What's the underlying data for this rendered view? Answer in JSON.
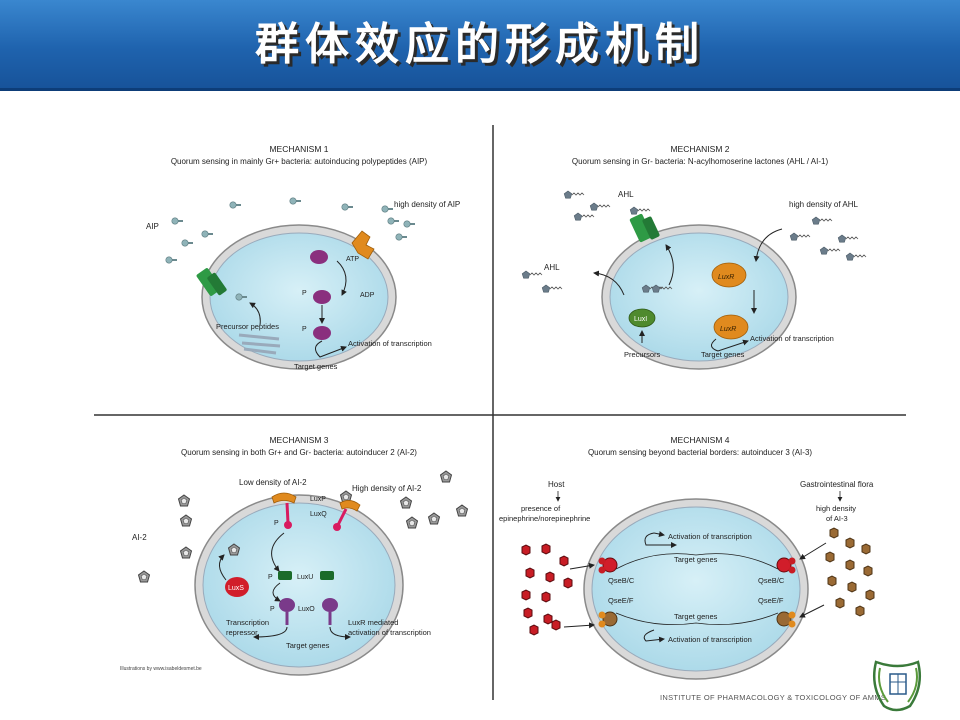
{
  "slide": {
    "title": "群体效应的形成机制"
  },
  "footer": {
    "institute": "INSTITUTE OF PHARMACOLOGY & TOXICOLOGY OF AMMS"
  },
  "panel1": {
    "heading": "MECHANISM 1",
    "subtitle": "Quorum sensing in mainly Gr+ bacteria: autoinducing polypeptides (AIP)",
    "aip": "AIP",
    "high_density": "high density of AIP",
    "atp": "ATP",
    "adp": "ADP",
    "p1": "P",
    "p2": "P",
    "precursor": "Precursor peptides",
    "activation": "Activation of transcription",
    "target": "Target genes"
  },
  "panel2": {
    "heading": "MECHANISM 2",
    "subtitle": "Quorum sensing in Gr- bacteria: N-acylhomoserine lactones (AHL / AI-1)",
    "ahl_top": "AHL",
    "ahl_left": "AHL",
    "high_density": "high density of AHL",
    "luxr1": "LuxR",
    "luxr2": "LuxR",
    "luxi": "LuxI",
    "precursors": "Precursors",
    "activation": "Activation of transcription",
    "target": "Target genes"
  },
  "panel3": {
    "heading": "MECHANISM 3",
    "subtitle": "Quorum sensing in both Gr+ and Gr- bacteria: autoinducer 2 (AI-2)",
    "low_density": "Low density of AI-2",
    "high_density": "High density of AI-2",
    "ai2": "AI-2",
    "luxp": "LuxP",
    "luxq": "LuxQ",
    "luxs": "LuxS",
    "luxu": "LuxU",
    "luxo": "LuxO",
    "p1": "P",
    "p2": "P",
    "p3": "P",
    "repressor_1": "Transcription",
    "repressor_2": "repressor",
    "luxr_1": "LuxR mediated",
    "luxr_2": "activation of transcription",
    "target": "Target genes",
    "credit": "Illustrations by www.isabeldesmet.be"
  },
  "panel4": {
    "heading": "MECHANISM 4",
    "subtitle": "Quorum sensing beyond bacterial borders: autoinducer 3 (AI-3)",
    "host": "Host",
    "host_sub_1": "presence of",
    "host_sub_2": "epinephrine/norepinephrine",
    "flora": "Gastrointestinal flora",
    "flora_sub_1": "high density",
    "flora_sub_2": "of AI-3",
    "activation_top": "Activation of transcription",
    "target_top": "Target genes",
    "target_bottom": "Target genes",
    "activation_bottom": "Activation of transcription",
    "qsebc_left": "QseB/C",
    "qsebc_right": "QseB/C",
    "qseef_left": "QseE/F",
    "qseef_right": "QseE/F"
  },
  "colors": {
    "banner": "#1f63ae",
    "cell_fill": "#bfe4ef",
    "cell_border": "#8a8a8a",
    "purple": "#8a2f7e",
    "green": "#2e9a45",
    "orange": "#e08a1e",
    "red": "#d11d2a",
    "brown": "#9a6a34"
  }
}
